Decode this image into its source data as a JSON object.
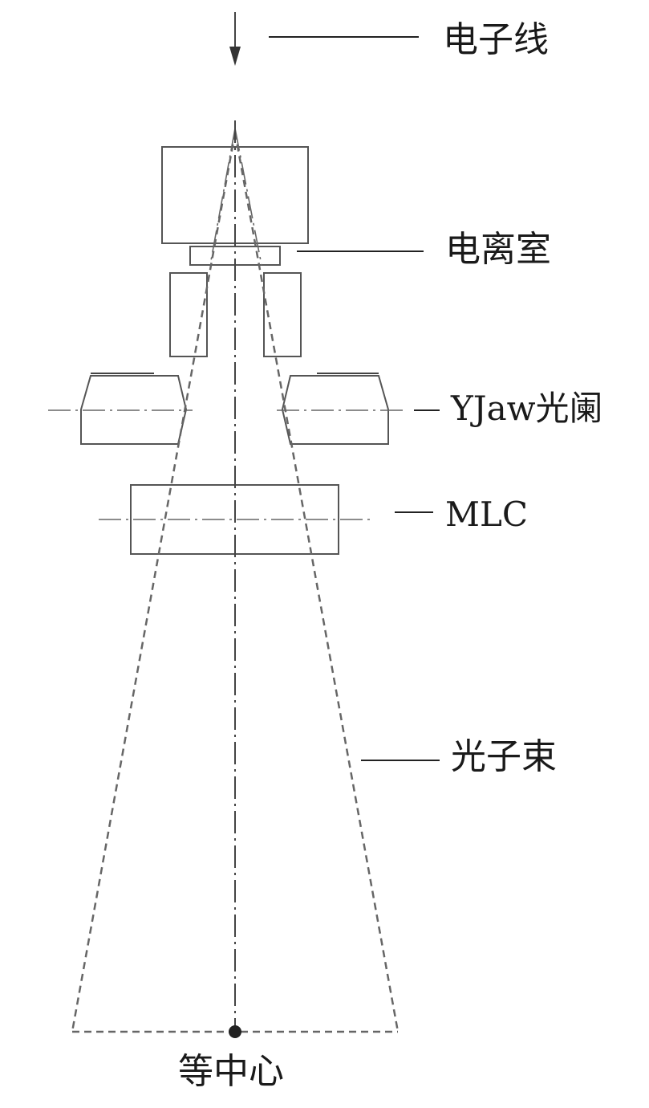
{
  "labels": {
    "electron_line": "电子线",
    "ion_chamber": "电离室",
    "yjaw": "YJaw光阑",
    "mlc": "MLC",
    "photon_beam": "光子束",
    "isocenter": "等中心"
  },
  "colors": {
    "stroke": "#555555",
    "text": "#1a1a1a",
    "background": "#ffffff"
  }
}
